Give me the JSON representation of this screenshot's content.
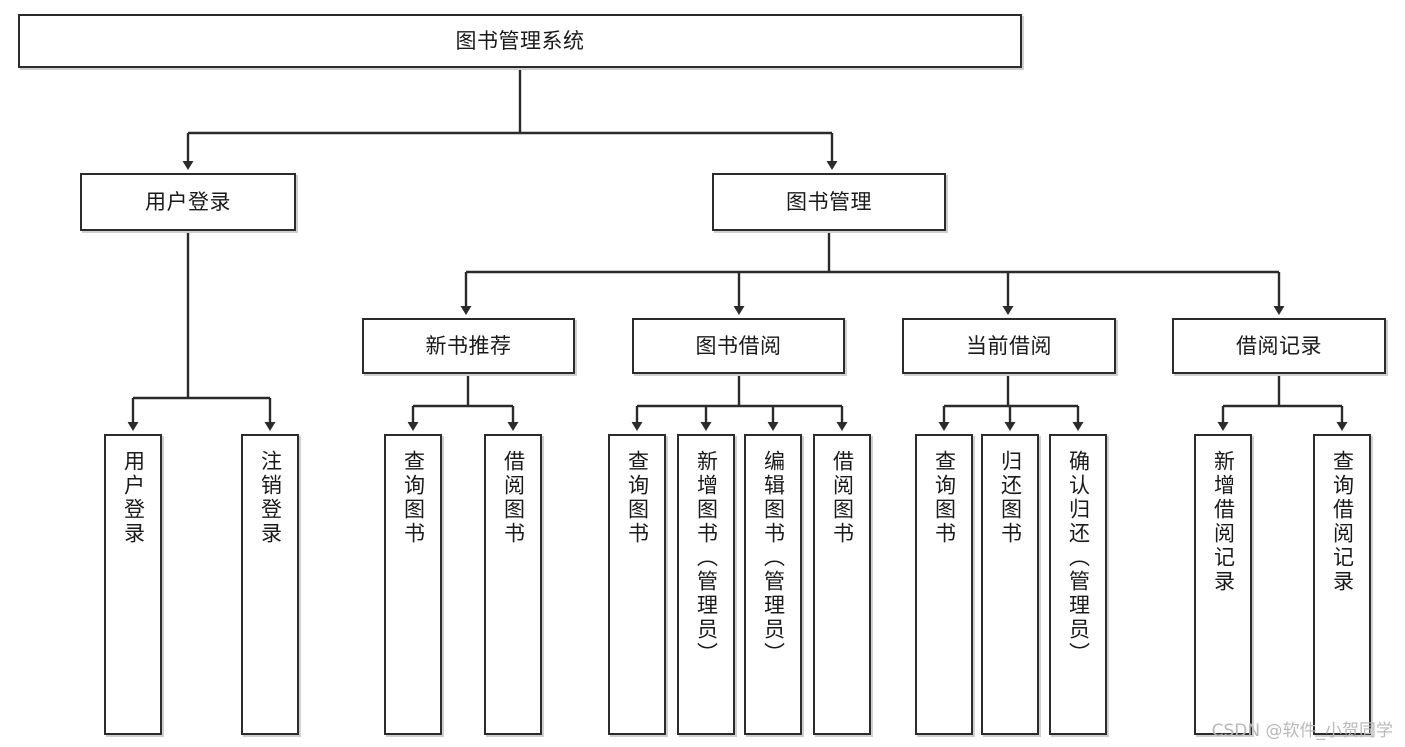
{
  "diagram": {
    "title": "图书管理系统",
    "type": "tree",
    "colors": {
      "border": "#2b2b2b",
      "background": "#ffffff",
      "text": "#1a1a1a",
      "edge": "#2b2b2b",
      "watermark": "#b9b9b9"
    },
    "root": {
      "label": "图书管理系统"
    },
    "level1": [
      {
        "label": "用户登录"
      },
      {
        "label": "图书管理"
      }
    ],
    "level2": [
      {
        "label": "新书推荐"
      },
      {
        "label": "图书借阅"
      },
      {
        "label": "当前借阅"
      },
      {
        "label": "借阅记录"
      }
    ],
    "leaves": {
      "user_login": [
        {
          "label": "用户登录"
        },
        {
          "label": "注销登录"
        }
      ],
      "new_book_recommend": [
        {
          "label": "查询图书"
        },
        {
          "label": "借阅图书"
        }
      ],
      "book_borrow": [
        {
          "label": "查询图书"
        },
        {
          "label": "新增图书（管理员）"
        },
        {
          "label": "编辑图书（管理员）"
        },
        {
          "label": "借阅图书"
        }
      ],
      "current_borrow": [
        {
          "label": "查询图书"
        },
        {
          "label": "归还图书"
        },
        {
          "label": "确认归还（管理员）"
        }
      ],
      "borrow_record": [
        {
          "label": "新增借阅记录"
        },
        {
          "label": "查询借阅记录"
        }
      ]
    }
  },
  "watermark": {
    "text": "CSDN @软件_小贺同学"
  }
}
